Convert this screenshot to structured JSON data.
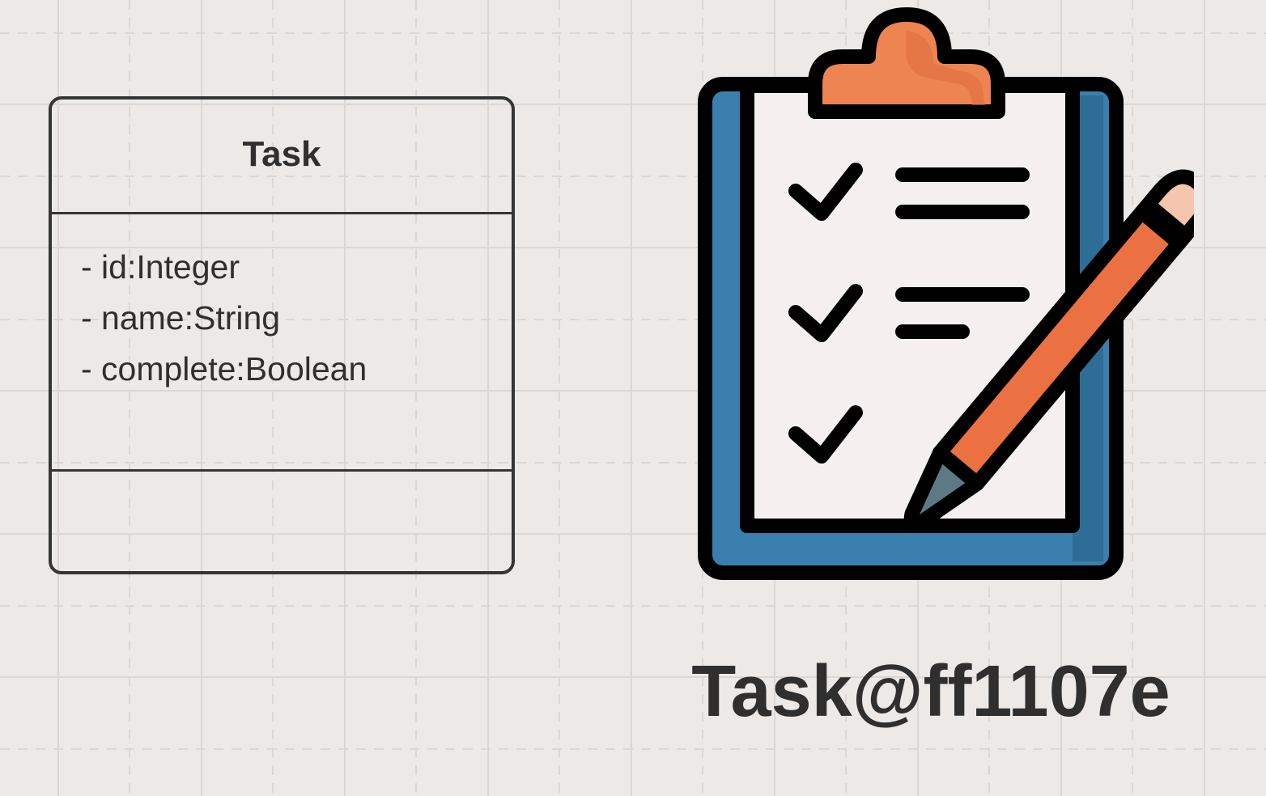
{
  "canvas": {
    "background_color": "#ece9e6",
    "grid_color": "#d9d6d3"
  },
  "uml_class": {
    "name": "Task",
    "attributes": [
      "- id:Integer",
      "- name:String",
      "- complete:Boolean"
    ],
    "methods": [],
    "border_color": "#353535"
  },
  "illustration": {
    "icon": "clipboard-checklist-pencil-icon",
    "colors": {
      "board": "#3a7fae",
      "paper": "#f5f0ef",
      "clip": "#ee8451",
      "pencil": "#eb7042",
      "pencil_tip": "#5c7a84",
      "eraser": "#f5c5ad",
      "outline": "#000000"
    }
  },
  "object_instance": {
    "label": "Task@ff1107e"
  }
}
